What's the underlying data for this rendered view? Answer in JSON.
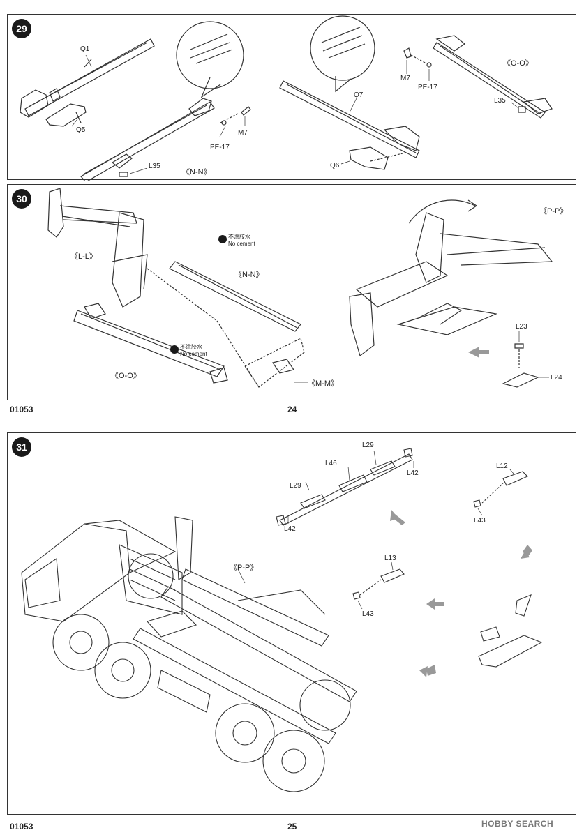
{
  "steps": {
    "s29": {
      "number": "29",
      "labels": {
        "q1": "Q1",
        "q5": "Q5",
        "m7a": "M7",
        "pe17a": "PE-17",
        "l35a": "L35",
        "nn": "《N-N》",
        "m7b": "M7",
        "pe17b": "PE-17",
        "oo": "《O-O》",
        "l35b": "L35",
        "q7": "Q7",
        "q6": "Q6"
      }
    },
    "s30": {
      "number": "30",
      "labels": {
        "ll": "《L-L》",
        "nn": "《N-N》",
        "oo": "《O-O》",
        "mm": "《M-M》",
        "pp": "《P-P》",
        "l23": "L23",
        "l24": "L24"
      },
      "no_cement": {
        "cn": "不涂胶水",
        "en": "No cement"
      }
    },
    "s31": {
      "number": "31",
      "labels": {
        "pp": "《P-P》",
        "l29a": "L29",
        "l46": "L46",
        "l29b": "L29",
        "l42a": "L42",
        "l42b": "L42",
        "l12": "L12",
        "l43a": "L43",
        "l13": "L13",
        "l43b": "L43"
      }
    }
  },
  "footer": {
    "code_top": "01053",
    "page_top": "24",
    "code_bottom": "01053",
    "page_bottom": "25",
    "watermark": "HOBBY SEARCH"
  },
  "colors": {
    "line": "#333333",
    "arrow": "#999999",
    "badge": "#1a1a1a"
  }
}
